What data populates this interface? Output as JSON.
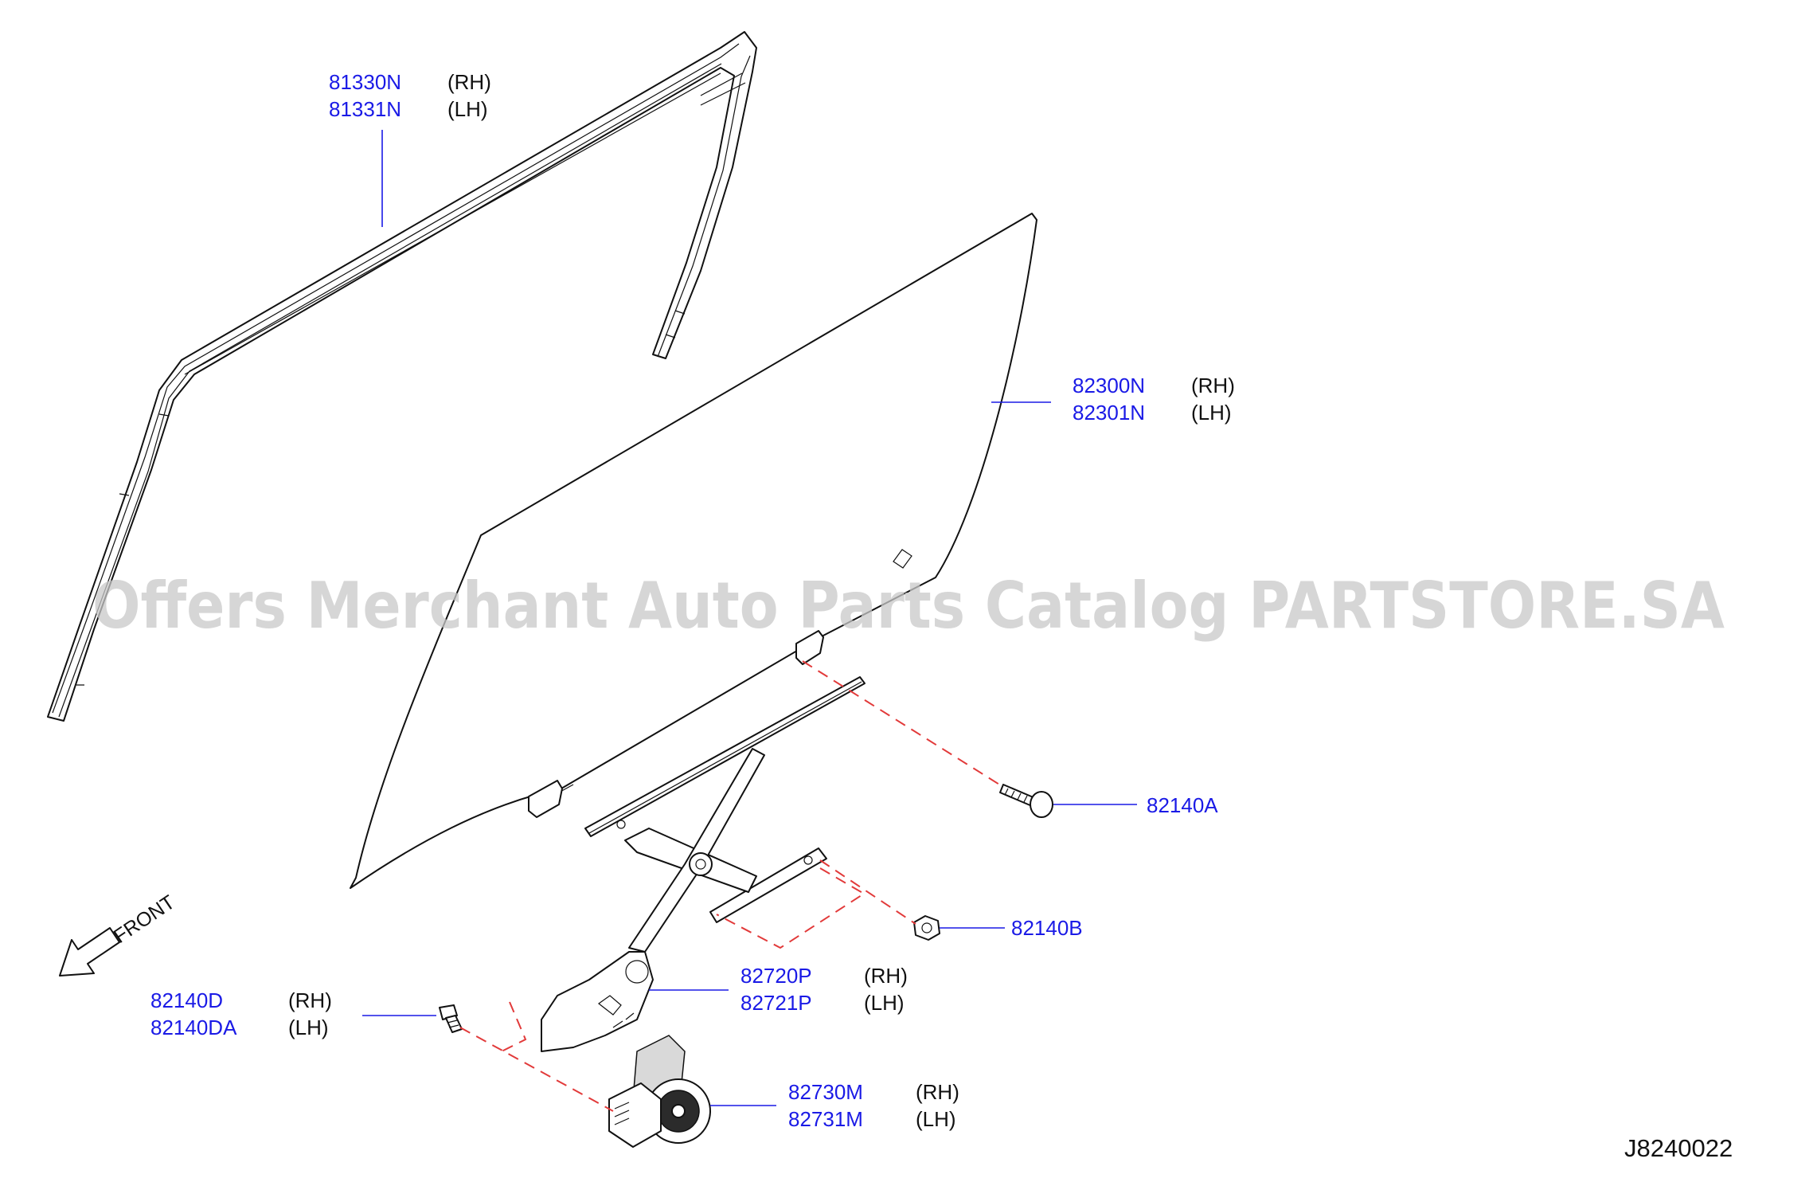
{
  "callouts": {
    "sash": {
      "part_rh": "81330N",
      "side_rh": "(RH)",
      "part_lh": "81331N",
      "side_lh": "(LH)"
    },
    "glass": {
      "part_rh": "82300N",
      "side_rh": "(RH)",
      "part_lh": "82301N",
      "side_lh": "(LH)"
    },
    "bolt_a": {
      "part": "82140A"
    },
    "nut_b": {
      "part": "82140B"
    },
    "regulator": {
      "part_rh": "82720P",
      "side_rh": "(RH)",
      "part_lh": "82721P",
      "side_lh": "(LH)"
    },
    "bolt_d": {
      "part_rh": "82140D",
      "side_rh": "(RH)",
      "part_lh": "82140DA",
      "side_lh": "(LH)"
    },
    "motor": {
      "part_rh": "82730M",
      "side_rh": "(RH)",
      "part_lh": "82731M",
      "side_lh": "(LH)"
    }
  },
  "front_label": "FRONT",
  "diagram_id": "J8240022",
  "watermark": "Offers Merchant Auto Parts Catalog PARTSTORE.SA",
  "colors": {
    "part_number": "#1a1ae6",
    "assembly_line": "#e23a3a",
    "line_art": "#111111"
  }
}
